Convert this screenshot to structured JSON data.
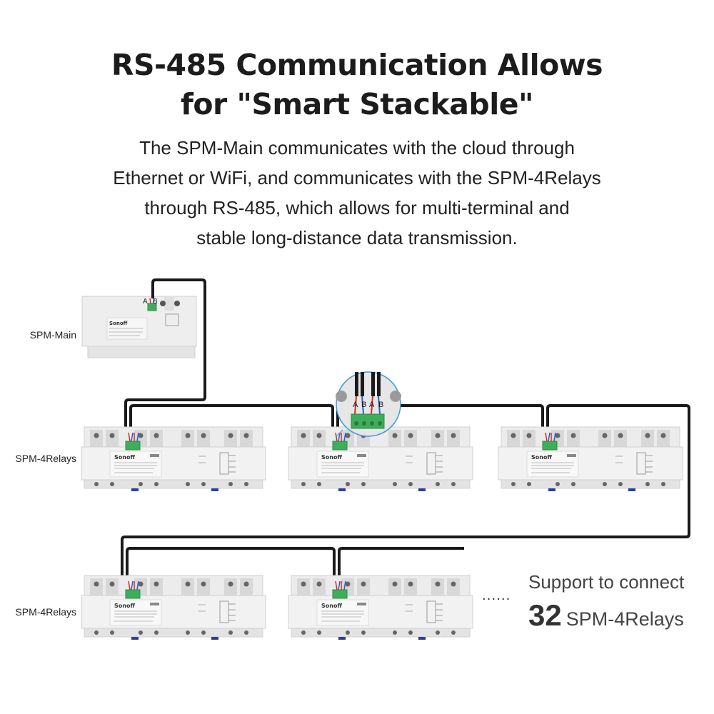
{
  "header": {
    "title_line1": "RS-485 Communication Allows",
    "title_line2": "for \"Smart Stackable\"",
    "description": [
      "The SPM-Main communicates with the cloud through",
      "Ethernet or WiFi, and communicates with the SPM-4Relays",
      "through RS-485, which allows for multi-terminal and",
      "stable long-distance data transmission."
    ]
  },
  "devices": {
    "main_label": "SPM-Main",
    "row1_label": "SPM-4Relays",
    "row2_label": "SPM-4Relays",
    "brand": "SONOFF",
    "main_terminal": {
      "a": "A",
      "b": "B"
    },
    "zoom_terminal": [
      "A",
      "B",
      "A",
      "B"
    ]
  },
  "support": {
    "ellipsis": "......",
    "line1": "Support to connect",
    "count": "32",
    "unit": "SPM-4Relays"
  },
  "colors": {
    "cable": "#1a1a1a",
    "wire_a": "#d42a2a",
    "wire_b": "#2a5ed4",
    "terminal": "#3fae5a",
    "device_body": "#ececec",
    "device_edge": "#cfcfcf",
    "zoom_ring": "#3a9ad9"
  }
}
